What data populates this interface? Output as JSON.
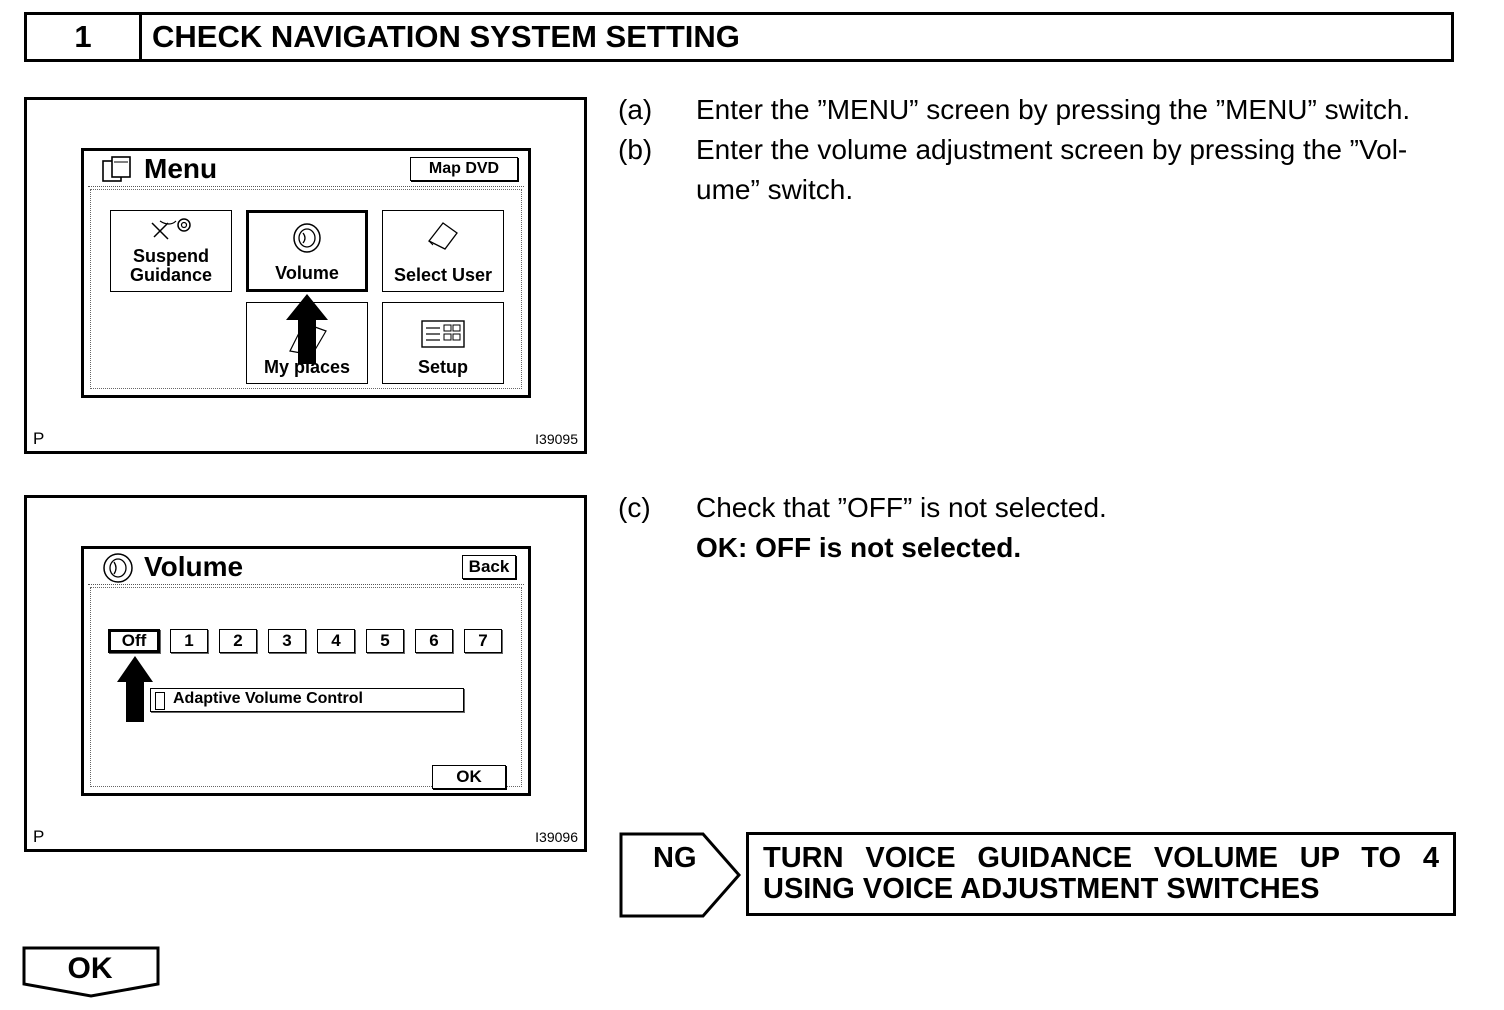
{
  "step": {
    "number": "1",
    "title": "CHECK NAVIGATION SYSTEM SETTING"
  },
  "figure1": {
    "p": "P",
    "id": "I39095",
    "screen": {
      "title": "Menu",
      "top_button": "Map DVD",
      "tiles": [
        {
          "label_line1": "Suspend",
          "label_line2": "Guidance",
          "icon": "suspend-guidance-icon"
        },
        {
          "label": "Volume",
          "icon": "volume-icon",
          "selected": true
        },
        {
          "label": "Select User",
          "icon": "select-user-icon"
        },
        {
          "label": "My places",
          "icon": "my-places-icon"
        },
        {
          "label": "Setup",
          "icon": "setup-icon"
        }
      ]
    }
  },
  "figure2": {
    "p": "P",
    "id": "I39096",
    "screen": {
      "title": "Volume",
      "top_button": "Back",
      "levels": [
        "Off",
        "1",
        "2",
        "3",
        "4",
        "5",
        "6",
        "7"
      ],
      "selected_level": "Off",
      "checkbox_label": "Adaptive Volume Control",
      "ok_button": "OK"
    }
  },
  "instructions": [
    {
      "label": "(a)",
      "text": "Enter the ”MENU” screen by pressing the ”MENU” switch."
    },
    {
      "label": "(b)",
      "text": "Enter the volume adjustment screen by pressing the ”Vol-",
      "text2": "ume” switch."
    },
    {
      "label": "(c)",
      "text": "Check that ”OFF” is not selected.",
      "ok": "OK: OFF is not selected."
    }
  ],
  "ng": {
    "label": "NG",
    "action_line1": "TURN VOICE GUIDANCE VOLUME UP TO 4",
    "action_line2": "USING VOICE ADJUSTMENT SWITCHES"
  },
  "ok_tab": "OK"
}
